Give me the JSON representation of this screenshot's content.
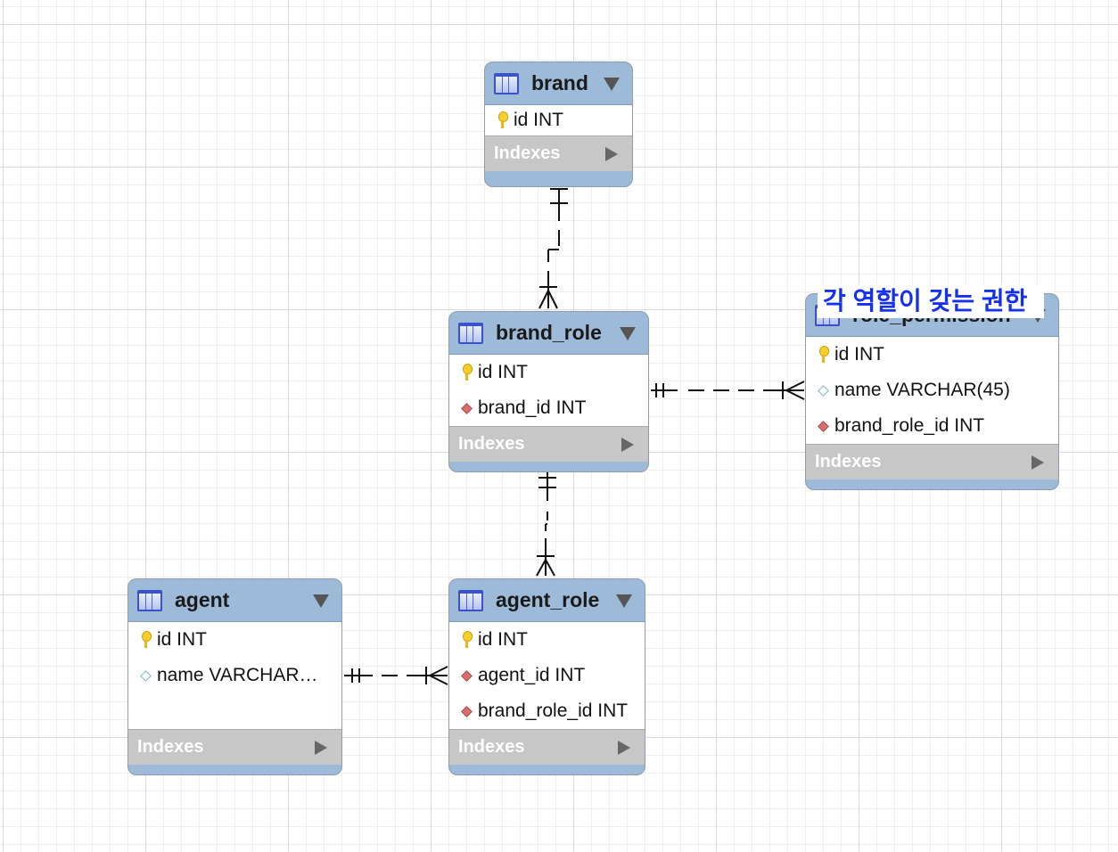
{
  "tables": {
    "brand": {
      "name": "brand",
      "columns": [
        {
          "icon": "key-icon",
          "text": "id INT"
        }
      ],
      "indexes_label": "Indexes"
    },
    "brand_role": {
      "name": "brand_role",
      "columns": [
        {
          "icon": "key-icon",
          "text": "id INT"
        },
        {
          "icon": "foreign-key-icon",
          "text": "brand_id INT"
        }
      ],
      "indexes_label": "Indexes"
    },
    "role_permission": {
      "name": "role_permission",
      "columns": [
        {
          "icon": "key-icon",
          "text": "id INT"
        },
        {
          "icon": "attribute-icon",
          "text": "name VARCHAR(45)"
        },
        {
          "icon": "foreign-key-icon",
          "text": "brand_role_id INT"
        }
      ],
      "indexes_label": "Indexes"
    },
    "agent": {
      "name": "agent",
      "columns": [
        {
          "icon": "key-icon",
          "text": "id INT"
        },
        {
          "icon": "attribute-icon",
          "text": "name VARCHAR…"
        }
      ],
      "indexes_label": "Indexes"
    },
    "agent_role": {
      "name": "agent_role",
      "columns": [
        {
          "icon": "key-icon",
          "text": "id INT"
        },
        {
          "icon": "foreign-key-icon",
          "text": "agent_id INT"
        },
        {
          "icon": "foreign-key-icon",
          "text": "brand_role_id INT"
        }
      ],
      "indexes_label": "Indexes"
    }
  },
  "note": {
    "text": "각 역할이 갖는 권한",
    "color": "#1530ee"
  },
  "relationships": [
    {
      "from": "brand",
      "to": "brand_role",
      "one_side": "brand",
      "many_side": "brand_role"
    },
    {
      "from": "brand_role",
      "to": "role_permission",
      "one_side": "brand_role",
      "many_side": "role_permission"
    },
    {
      "from": "brand_role",
      "to": "agent_role",
      "one_side": "brand_role",
      "many_side": "agent_role"
    },
    {
      "from": "agent",
      "to": "agent_role",
      "one_side": "agent",
      "many_side": "agent_role"
    }
  ],
  "colors": {
    "table_header": "#9dbad8",
    "indexes_bar": "#c7c7c7",
    "foreign_key": "#d96e6e",
    "primary_key": "#f5cf2d"
  }
}
